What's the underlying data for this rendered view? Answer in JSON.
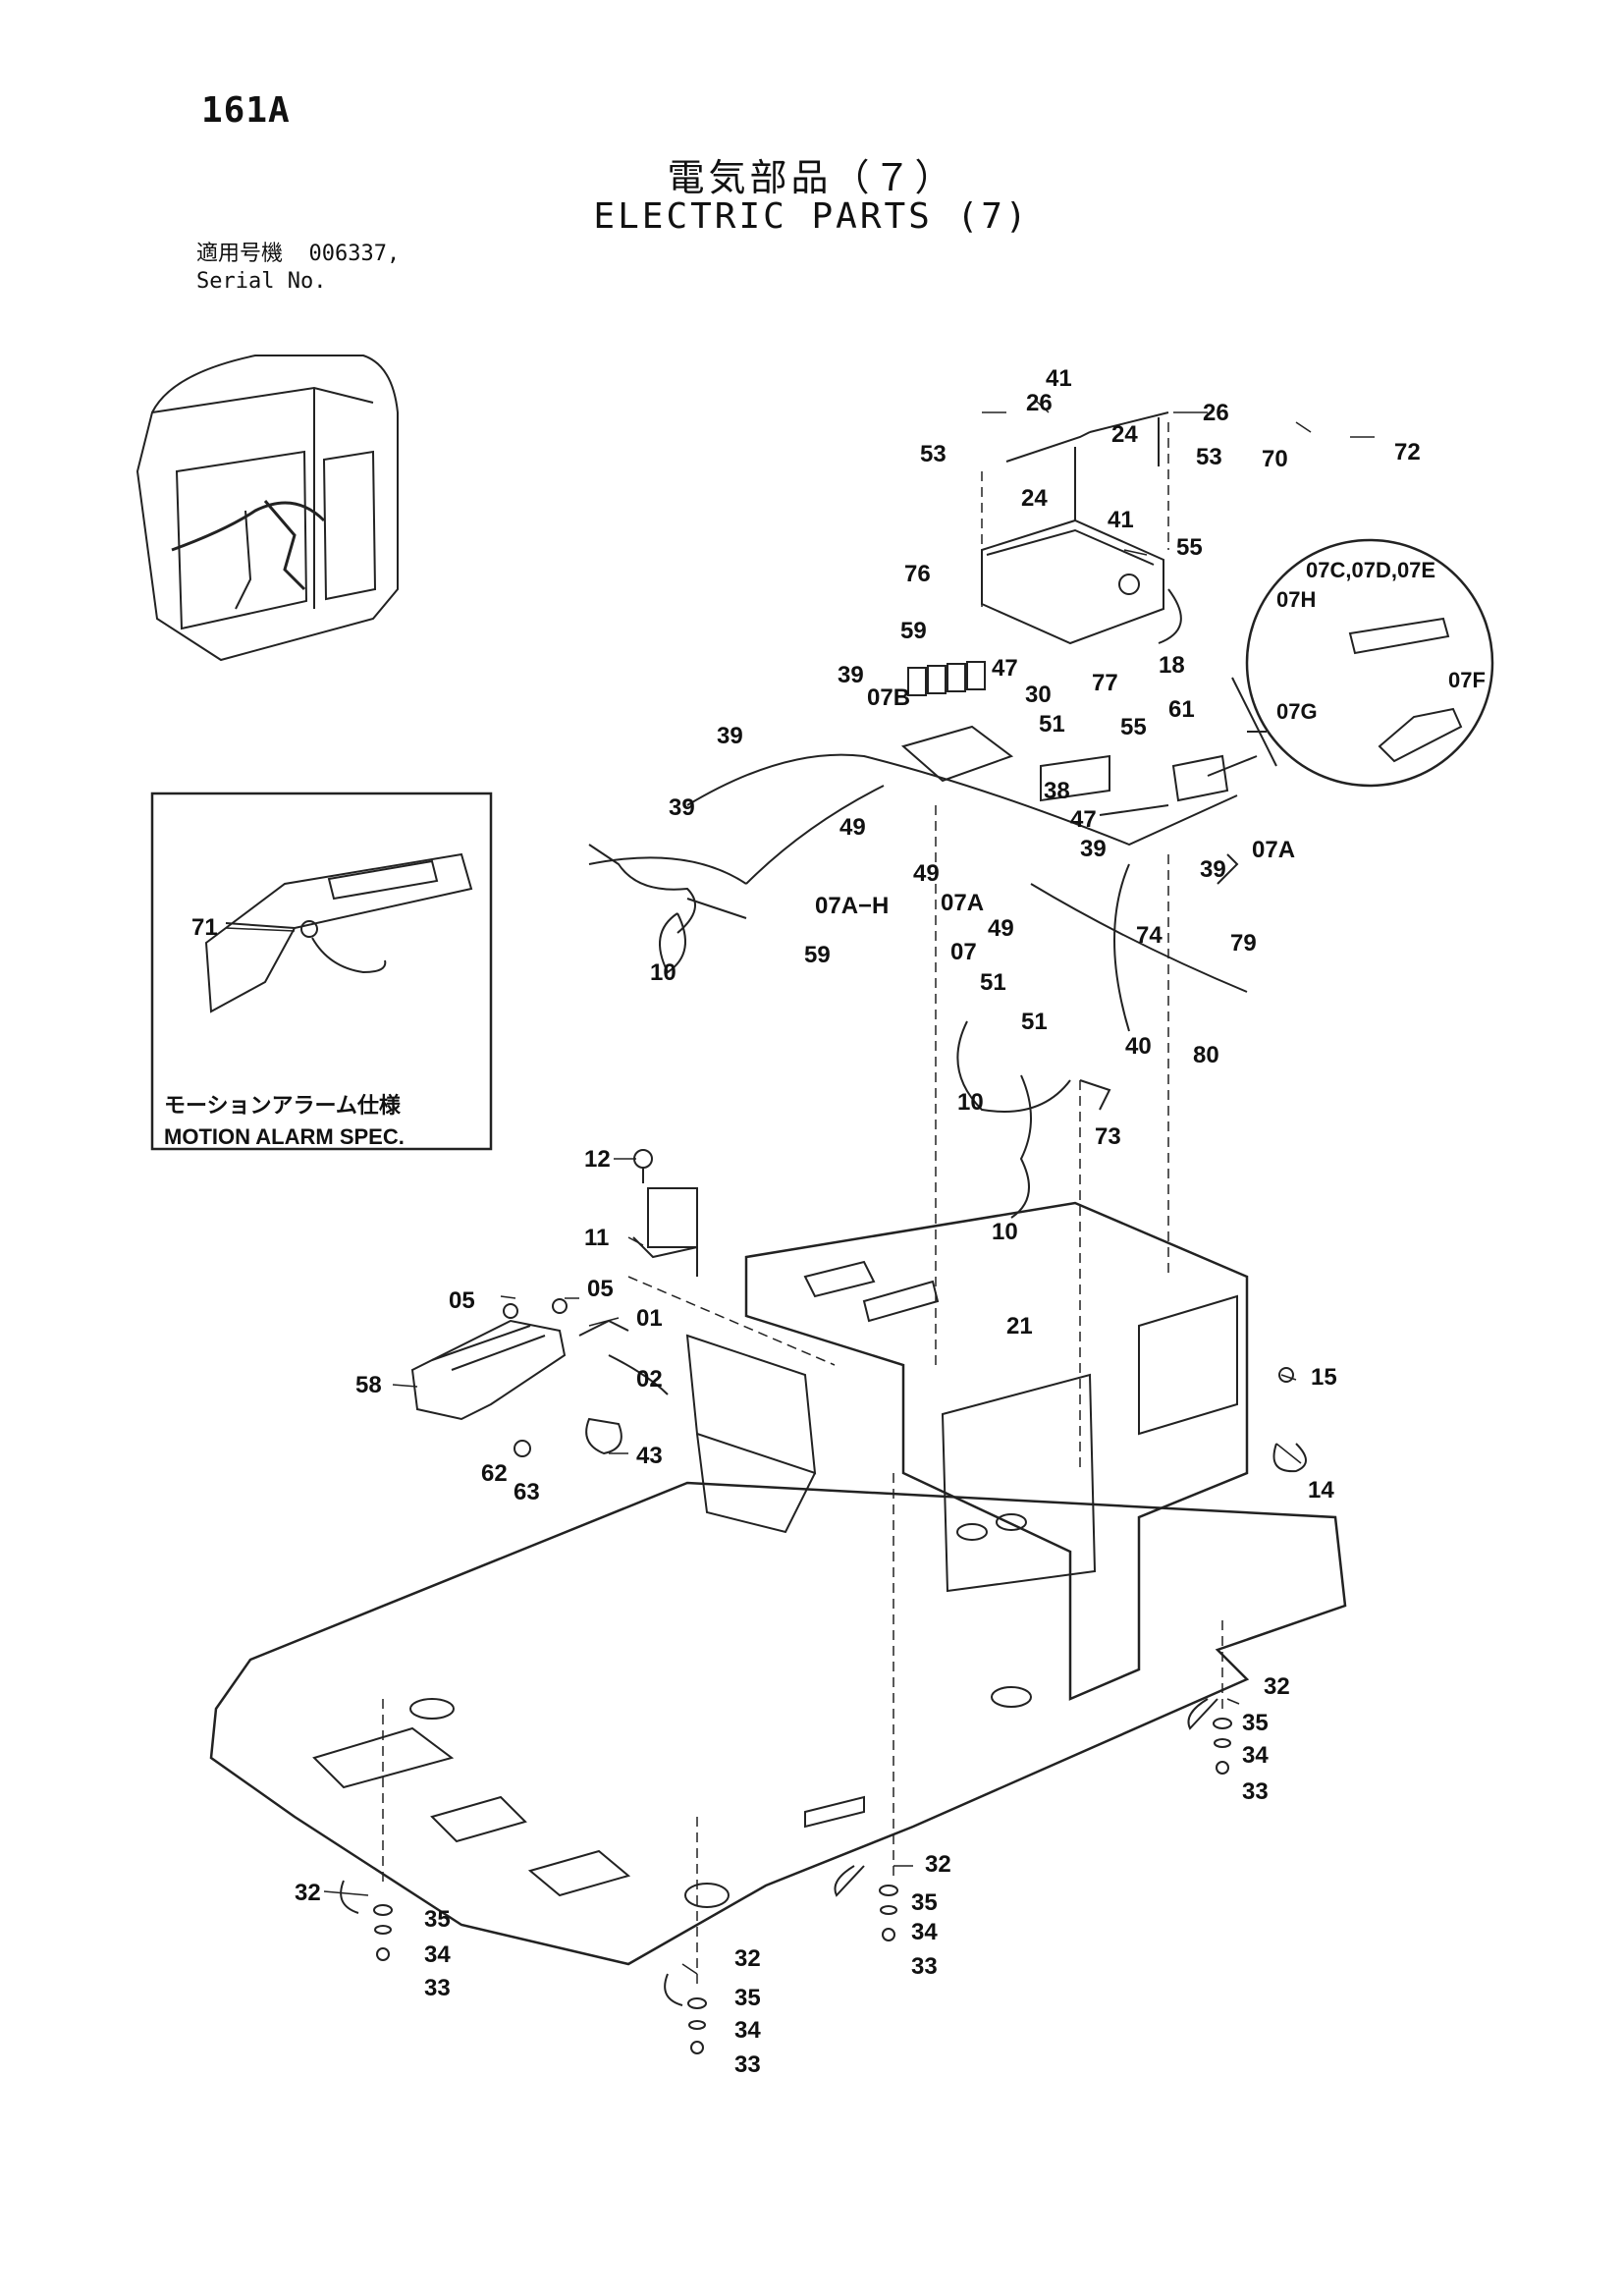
{
  "page_id": "161A",
  "title_jp": "電気部品（７）",
  "title_en": "ELECTRIC PARTS (7)",
  "serial": {
    "label_jp": "適用号機",
    "value": "006337,",
    "label_en": "Serial No."
  },
  "inset_motion_alarm": {
    "label_jp": "モーションアラーム仕様",
    "label_en": "MOTION ALARM SPEC."
  },
  "callouts": {
    "c26a": "26",
    "c41a": "41",
    "c26b": "26",
    "c24a": "24",
    "c53a": "53",
    "c53b": "53",
    "c72": "72",
    "c70": "70",
    "c24b": "24",
    "c41b": "41",
    "c55a": "55",
    "c76": "76",
    "c18": "18",
    "c07ce": "07C,07D,07E",
    "c07h": "07H",
    "c07g": "07G",
    "c07f": "07F",
    "c59a": "59",
    "c47a": "47",
    "c30": "30",
    "c77": "77",
    "c39a": "39",
    "c07b": "07B",
    "c51a": "51",
    "c55b": "55",
    "c61": "61",
    "c39b": "39",
    "c38": "38",
    "c49a": "49",
    "c47b": "47",
    "c39c": "39",
    "c07a1": "07A",
    "c39d": "39",
    "c39e": "39",
    "c49b": "49",
    "c07ah": "07A−H",
    "c07a2": "07A",
    "c49c": "49",
    "c74": "74",
    "c79": "79",
    "c59b": "59",
    "c07": "07",
    "c51b": "51",
    "c10a": "10",
    "c80": "80",
    "c51c": "51",
    "c40": "40",
    "c10b": "10",
    "c73": "73",
    "c10c": "10",
    "c71": "71",
    "c12": "12",
    "c11": "11",
    "c05a": "05",
    "c05b": "05",
    "c01": "01",
    "c21": "21",
    "c02": "02",
    "c58": "58",
    "c15": "15",
    "c43": "43",
    "c62": "62",
    "c63": "63",
    "c14": "14",
    "c32a": "32",
    "c35a": "35",
    "c34a": "34",
    "c33a": "33",
    "c32b": "32",
    "c35b": "35",
    "c34b": "34",
    "c33b": "33",
    "c32c": "32",
    "c35c": "35",
    "c34c": "34",
    "c33c": "33",
    "c32d": "32",
    "c35d": "35",
    "c34d": "34",
    "c33d": "33"
  }
}
